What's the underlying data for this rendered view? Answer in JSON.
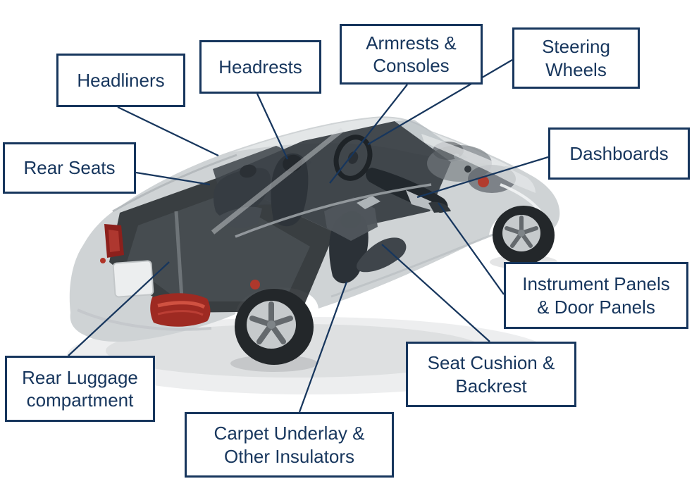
{
  "page": {
    "background_color": "#ffffff"
  },
  "diagram": {
    "subject": "Cutaway car illustration labeling interior acoustic/trim components",
    "accent_color": "#17365D",
    "labels": {
      "headliners": {
        "text": "Headliners"
      },
      "headrests": {
        "text": "Headrests"
      },
      "armrests_consoles": {
        "text": "Armrests &\nConsoles"
      },
      "steering_wheels": {
        "text": "Steering\nWheels"
      },
      "dashboards": {
        "text": "Dashboards"
      },
      "rear_seats": {
        "text": "Rear Seats"
      },
      "instrument_door_panels": {
        "text": "Instrument Panels\n& Door Panels"
      },
      "seat_cushion_backrest": {
        "text": "Seat Cushion &\nBackrest"
      },
      "rear_luggage_compartment": {
        "text": "Rear Luggage\ncompartment"
      },
      "carpet_underlay_insulators": {
        "text": "Carpet Underlay &\nOther Insulators"
      }
    },
    "illustration_colors": {
      "body_silver": "#cfd3d5",
      "interior_dark": "#272d33",
      "taillight_red": "#9e2a22",
      "engine_accent_red": "#b23b2e"
    }
  }
}
